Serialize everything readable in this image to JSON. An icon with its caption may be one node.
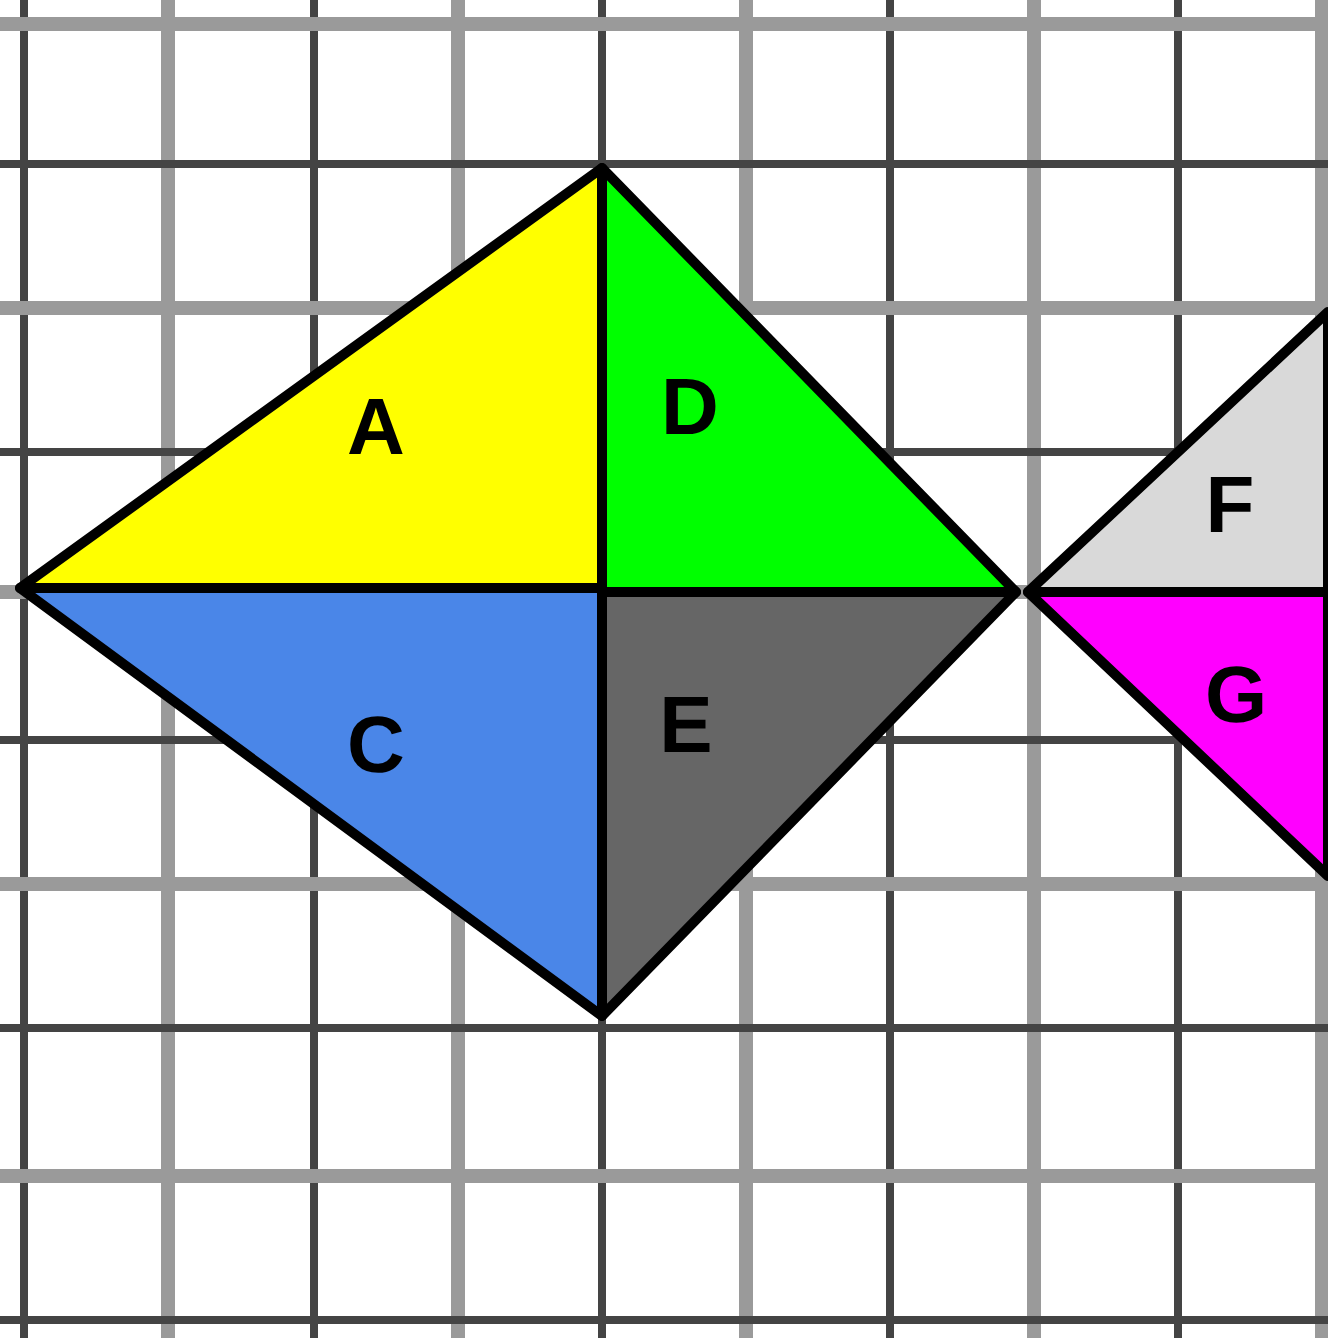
{
  "diagram": {
    "nodes": [
      {
        "text": [
          "A"
        ]
      },
      {
        "text": [
          "D"
        ]
      },
      {
        "text": [
          "C"
        ]
      },
      {
        "text": [
          "E"
        ]
      },
      {
        "text": [
          "F"
        ]
      },
      {
        "text": [
          "G"
        ]
      }
    ]
  }
}
